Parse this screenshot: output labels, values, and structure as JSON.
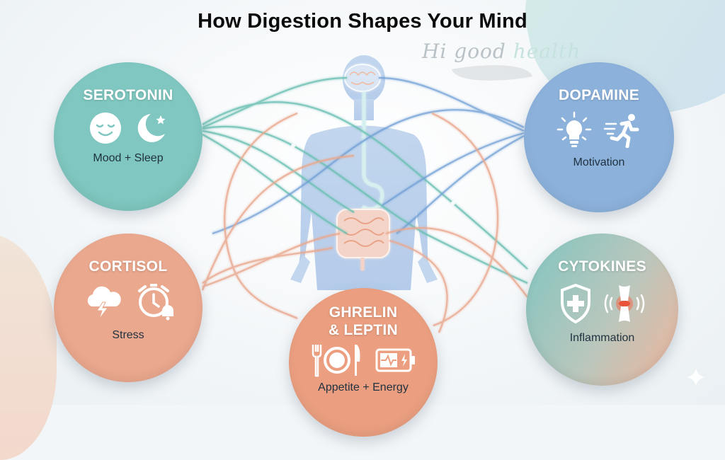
{
  "title": "How Digestion Shapes Your Mind",
  "watermark": {
    "part1": "Hi good ",
    "part2": "health"
  },
  "center_figure": {
    "description": "human silhouette with brain and digestive tract",
    "organs": [
      "brain",
      "esophagus",
      "stomach",
      "intestines"
    ]
  },
  "hormones": [
    {
      "name": "SEROTONIN",
      "label": "Mood + Sleep",
      "color": "#7fc7c0",
      "icons": [
        "sleeping-face-icon",
        "moon-star-icon"
      ]
    },
    {
      "name": "DOPAMINE",
      "label": "Motivation",
      "color": "#8cb2dc",
      "icons": [
        "lightbulb-icon",
        "running-person-icon"
      ]
    },
    {
      "name": "CORTISOL",
      "label": "Stress",
      "color": "#eaa88e",
      "icons": [
        "storm-cloud-icon",
        "alarm-clock-icon"
      ]
    },
    {
      "name_line1": "GHRELIN",
      "name_line2": "& LEPTIN",
      "label": "Appetite + Energy",
      "color": "#eb9f80",
      "icons": [
        "plate-fork-knife-icon",
        "battery-pulse-icon"
      ]
    },
    {
      "name": "CYTOKINES",
      "label": "Inflammation",
      "color": "#80c5bf",
      "icons": [
        "shield-cross-icon",
        "inflamed-joint-icon"
      ]
    }
  ],
  "colors": {
    "teal": "#6cc0b4",
    "blue": "#6f9fd6",
    "peach": "#eaa88e",
    "title": "#0b0b0b"
  }
}
